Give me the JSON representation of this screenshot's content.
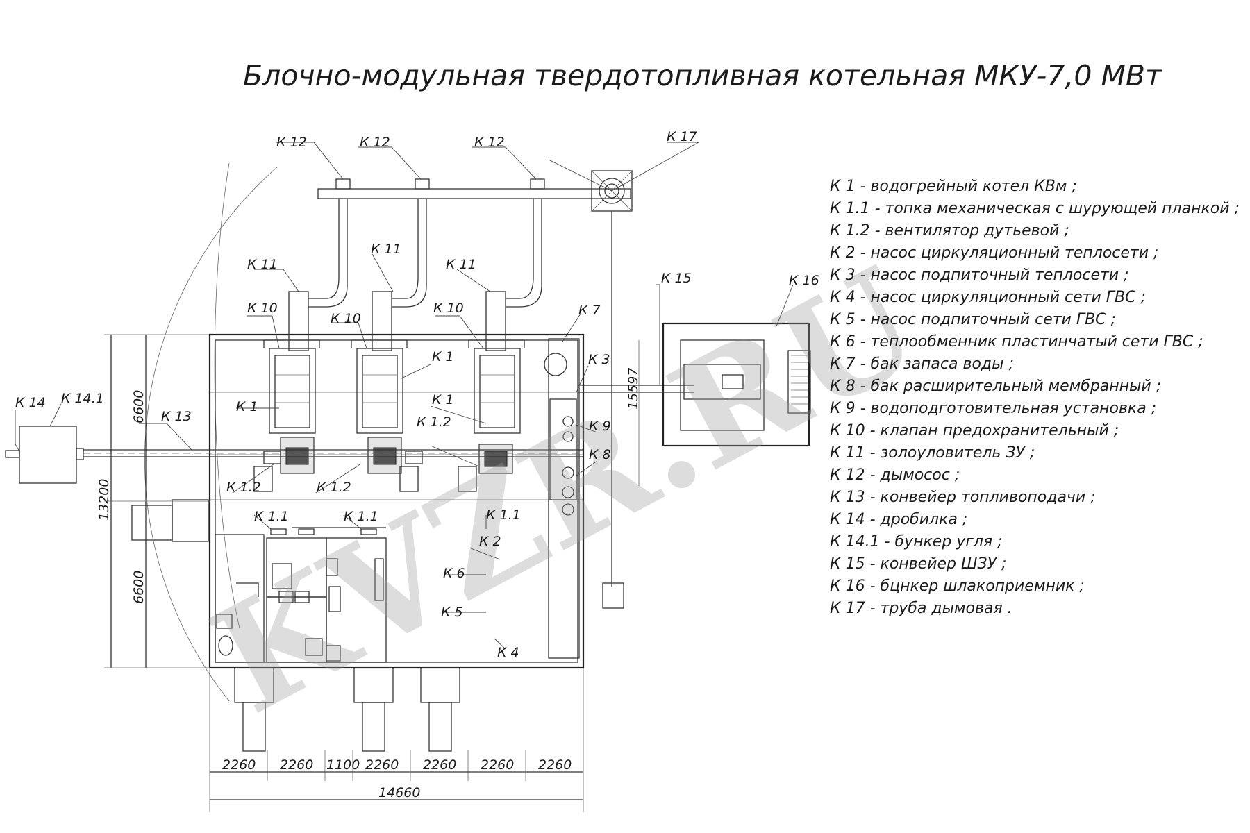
{
  "title": "Блочно-модульная твердотопливная котельная МКУ-7,0  МВт",
  "watermark": "KVZR.RU",
  "labels": {
    "k12a": "К 12",
    "k12b": "К 12",
    "k12c": "К 12",
    "k17": "К 17",
    "k11a": "К 11",
    "k11b": "К 11",
    "k11c": "К 11",
    "k10a": "К 10",
    "k10b": "К 10",
    "k10c": "К 10",
    "k15": "К 15",
    "k16": "К 16",
    "k7": "К 7",
    "k3": "К 3",
    "k1a": "К 1",
    "k1b": "К 1",
    "k1c": "К 1",
    "k12x": "К 1.2",
    "k12y": "К 1.2",
    "k12z": "К 1.2",
    "k11x": "К 1.1",
    "k11y": "К 1.1",
    "k11z": "К 1.1",
    "k9": "К 9",
    "k8": "К 8",
    "k2": "К 2",
    "k6": "К 6",
    "k5": "К 5",
    "k4": "К 4",
    "k13": "К 13",
    "k14": "К 14",
    "k141": "К 14.1"
  },
  "dimensions": {
    "v6600a": "6600",
    "v6600b": "6600",
    "v13200": "13200",
    "v15597": "15597",
    "h1": "2260",
    "h2": "2260",
    "h3": "1100",
    "h4": "2260",
    "h5": "2260",
    "h6": "2260",
    "h7": "2260",
    "total": "14660"
  },
  "legend": [
    "К 1  -  водогрейный котел КВм ;",
    "К 1.1  -  топка механическая с шурующей планкой ;",
    "К 1.2  -  вентилятор дутьевой ;",
    "К 2  -  насос циркуляционный теплосети ;",
    "К 3  -  насос подпиточный теплосети ;",
    "К 4  -  насос циркуляционный сети ГВС ;",
    "К 5  -  насос подпиточный сети ГВС ;",
    "К 6  -  теплообменник пластинчатый сети ГВС ;",
    "К 7  -  бак запаса воды ;",
    "К 8  -  бак расширительный мембранный ;",
    "К 9  -  водоподготовительная установка ;",
    "К 10  -  клапан предохранительный ;",
    "К 11  -  золоуловитель ЗУ ;",
    "К 12  -  дымосос ;",
    "К 13  -  конвейер топливоподачи ;",
    "К 14  -  дробилка ;",
    "К 14.1  -  бункер угля ;",
    "К 15  -  конвейер ШЗУ ;",
    "К 16  -  бцнкер шлакоприемник ;",
    "К 17  -  труба дымовая ."
  ]
}
